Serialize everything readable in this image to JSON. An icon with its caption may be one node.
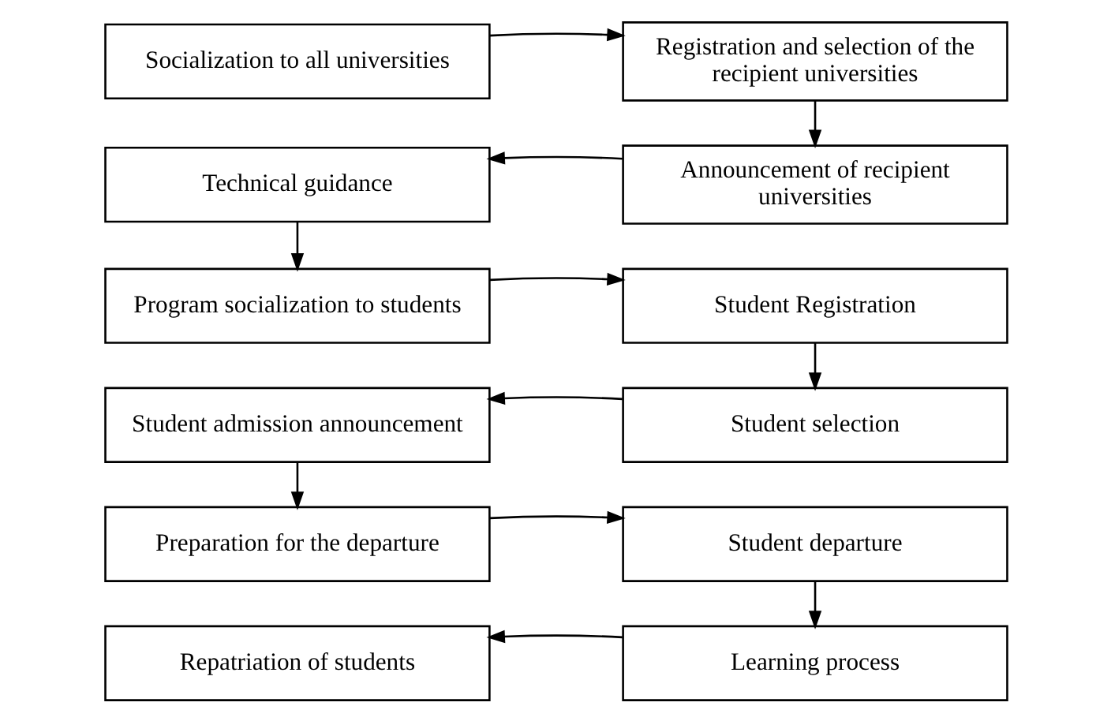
{
  "diagram": {
    "nodes": [
      {
        "text": [
          "Socialization to all universities"
        ]
      },
      {
        "text": [
          "Registration and selection of the recipient universities"
        ]
      },
      {
        "text": [
          "Announcement of recipient universities"
        ]
      },
      {
        "text": [
          "Technical guidance"
        ]
      },
      {
        "text": [
          "Program socialization to students"
        ]
      },
      {
        "text": [
          "Student Registration"
        ]
      },
      {
        "text": [
          "Student selection"
        ]
      },
      {
        "text": [
          "Student admission announcement"
        ]
      },
      {
        "text": [
          "Preparation for the departure"
        ]
      },
      {
        "text": [
          "Student departure"
        ]
      },
      {
        "text": [
          "Learning process"
        ]
      },
      {
        "text": [
          "Repatriation of students"
        ]
      }
    ],
    "edges": [
      {
        "from": 0,
        "to": 1,
        "arrow": "to"
      },
      {
        "from": 1,
        "to": 2,
        "arrow": "to"
      },
      {
        "from": 2,
        "to": 3,
        "arrow": "to"
      },
      {
        "from": 3,
        "to": 4,
        "arrow": "to"
      },
      {
        "from": 4,
        "to": 5,
        "arrow": "to"
      },
      {
        "from": 5,
        "to": 6,
        "arrow": "to"
      },
      {
        "from": 6,
        "to": 7,
        "arrow": "to"
      },
      {
        "from": 7,
        "to": 8,
        "arrow": "to"
      },
      {
        "from": 8,
        "to": 9,
        "arrow": "to"
      },
      {
        "from": 9,
        "to": 10,
        "arrow": "to"
      },
      {
        "from": 10,
        "to": 11,
        "arrow": "to"
      }
    ]
  }
}
